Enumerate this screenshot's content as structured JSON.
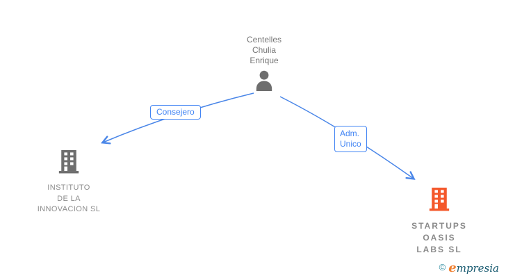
{
  "person": {
    "name_lines": [
      "Centelles",
      "Chulia",
      "Enrique"
    ]
  },
  "relations": [
    {
      "label_lines": [
        "Consejero"
      ]
    },
    {
      "label_lines": [
        "Adm.",
        "Unico"
      ]
    }
  ],
  "companies": [
    {
      "name_lines": [
        "INSTITUTO",
        "DE LA",
        "INNOVACION SL"
      ],
      "highlighted": false
    },
    {
      "name_lines": [
        "STARTUPS",
        "OASIS",
        "LABS SL"
      ],
      "highlighted": true
    }
  ],
  "footer": {
    "copyright_symbol": "©",
    "brand_initial": "e",
    "brand_rest": "mpresia"
  },
  "colors": {
    "edge_blue": "#4a86e8",
    "label_blue": "#4285f4",
    "node_gray": "#6e6e6e",
    "company_text_gray": "#8c8c8c",
    "person_text_gray": "#757575",
    "highlight_orange": "#f4582b",
    "logo_teal": "#2e8ca0",
    "logo_orange": "#ef8032",
    "logo_dark_teal": "#15586e"
  }
}
